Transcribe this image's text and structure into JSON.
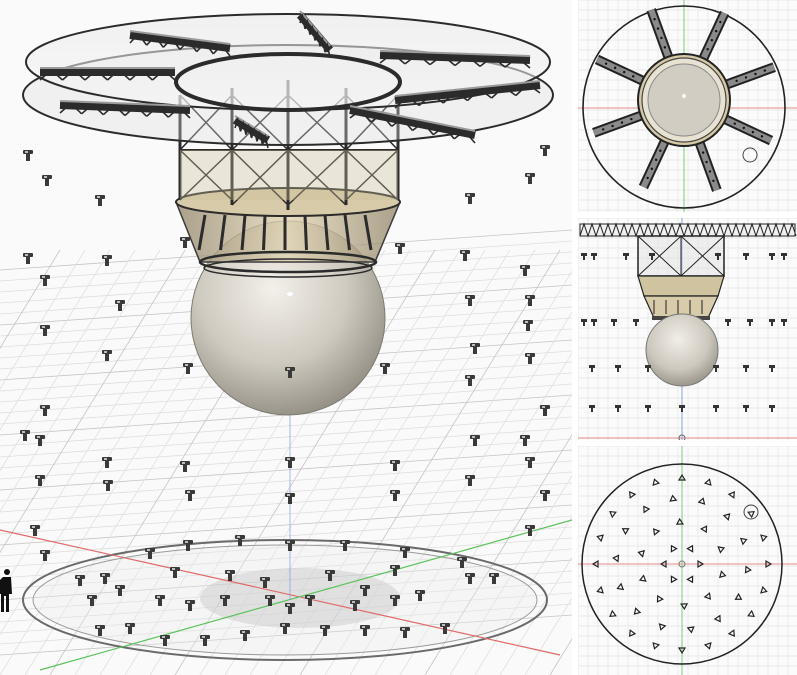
{
  "scene": {
    "colors": {
      "background": "#fafafa",
      "grid": "#d5d5d5",
      "grid_major": "#bdbdbd",
      "structure": "#2b2b2b",
      "sphere": "#cfcac0",
      "sphere_shade": "#8f8a80",
      "collar": "#b9ab8a",
      "axis_red": "#e06a6a",
      "axis_green": "#5cc25c",
      "axis_blue": "#6a8ee0",
      "node": "#3a3a3a"
    },
    "icons": {
      "person": "person-scale-icon",
      "node": "sensor-node-icon"
    },
    "views": {
      "main": "perspective-view",
      "top": "top-view",
      "front": "front-view",
      "bottom": "bottom-view"
    },
    "truss_arm_count": 8,
    "ring_count": 3
  }
}
